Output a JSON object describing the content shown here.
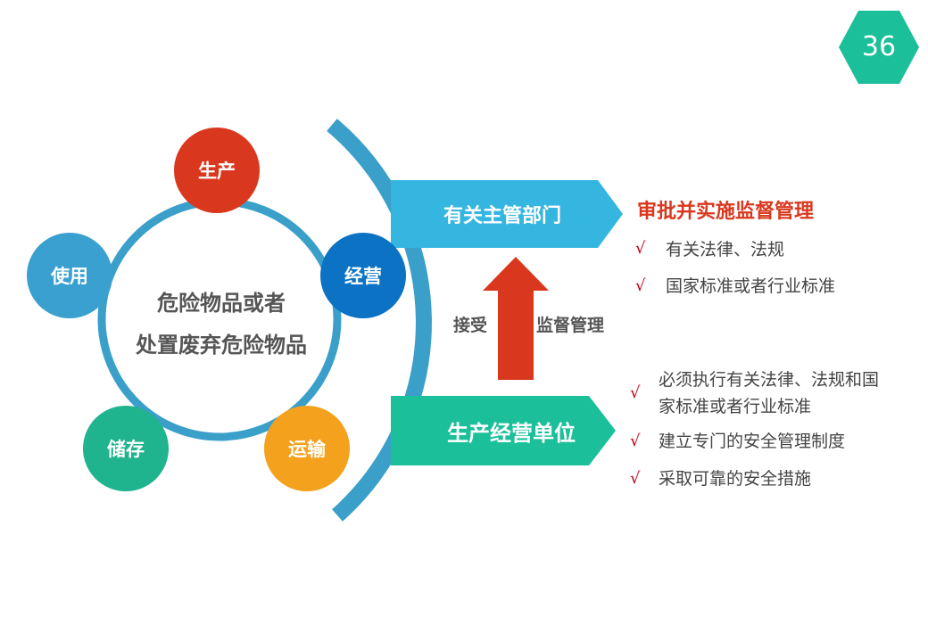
{
  "page_number": "36",
  "center_text": [
    "危险物品或者",
    "处置废弃危险物品"
  ],
  "activities": [
    "生产",
    "经营",
    "运输",
    "储存",
    "使用"
  ],
  "top_banner": "有关主管部门",
  "bottom_banner": "生产经营单位",
  "arrow_left_label": "接受",
  "arrow_right_label": "监督管理",
  "top_heading": "审批并实施监督管理",
  "top_items": [
    "有关法律、法规",
    "国家标准或者行业标准"
  ],
  "bottom_items": [
    "必须执行有关法律、法规和国家标准或者行业标准",
    "建立专门的安全管理制度",
    "采取可靠的安全措施"
  ],
  "bottom_item_lines": [
    "必须执行有关法律、法规和国",
    "家标准或者行业标准"
  ],
  "check_mark": "√",
  "colors": {
    "teal": "#1bbf99",
    "orange_red": "#d9381e",
    "blue": "#0b72c4",
    "amber": "#f4a11d",
    "green": "#1fb38e",
    "sky": "#3aa0d0",
    "banner_blue": "#35b6e0",
    "ring": "#3a9fc9"
  }
}
